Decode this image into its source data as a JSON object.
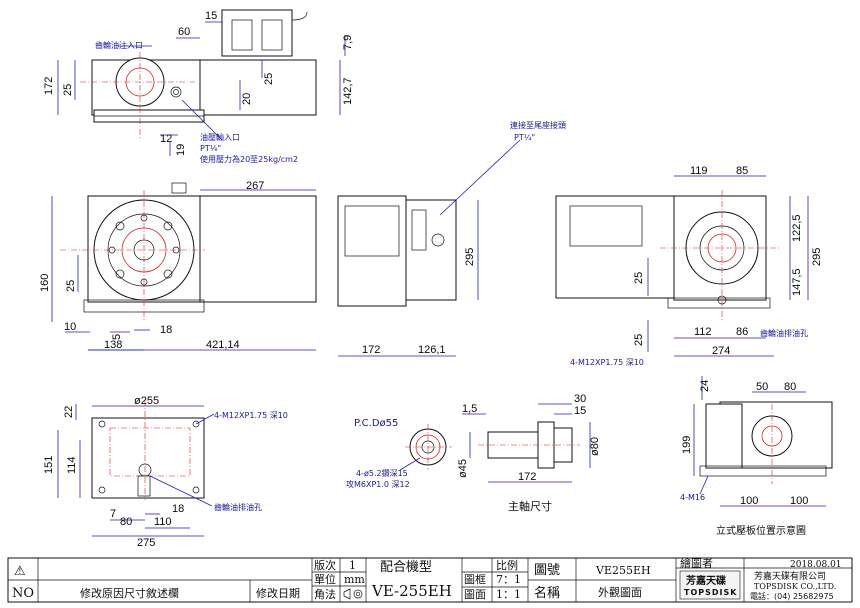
{
  "dimensions": {
    "top_view": {
      "d15": "15",
      "d60": "60",
      "d7_9": "7,9",
      "d172": "172",
      "d25": "25",
      "d142_7": "142,7",
      "d20": "20",
      "d25b": "25",
      "d12": "12",
      "d19": "19"
    },
    "front_view": {
      "d267": "267",
      "d160": "160",
      "d25": "25",
      "d10": "10",
      "d5": "5",
      "d18": "18",
      "d138": "138",
      "d421": "421,14"
    },
    "side_view": {
      "d295": "295",
      "d172": "172",
      "d126": "126,1"
    },
    "rear_view": {
      "d119": "119",
      "d85": "85",
      "d122_5": "122,5",
      "d295": "295",
      "d147_5": "147,5",
      "d25a": "25",
      "d25b": "25",
      "d112": "112",
      "d86": "86",
      "d274": "274"
    },
    "bottom_view": {
      "d255": "ø255",
      "d22": "22",
      "d114": "114",
      "d151": "151",
      "d18": "18",
      "d7": "7",
      "d80": "80",
      "d110": "110",
      "d275": "275"
    },
    "pcd_view": {
      "pcd": "P.C.Dø55"
    },
    "shaft_view": {
      "d1_5": "1,5",
      "d30": "30",
      "d15": "15",
      "d80": "ø80",
      "d45": "ø45",
      "d172": "172"
    },
    "vertical_view": {
      "d24": "24",
      "d50": "50",
      "d80": "80",
      "d199": "199",
      "d100a": "100",
      "d100b": "100"
    }
  },
  "notes": {
    "gear_oil_inlet": "齒輪油注入口",
    "oil_pressure_inlet": "油壓輸入口",
    "pt_a": "PT⅛\"",
    "pressure_spec": "使用壓力為20至25kg/cm2",
    "tailstock_connector": "連接至尾座接頭",
    "pt_b": "PT¼\"",
    "drain_hole": "齒輪油排油孔",
    "m12_a": "4-M12XP1.75 深10",
    "m12_b": "4-M12XP1.75 深10",
    "drain_hole_b": "齒輪油排油孔",
    "pcd_holes_1": "4-ø5.2鑽深15",
    "pcd_holes_2": "攻M6XP1.0 深12",
    "shaft_caption": "主軸尺寸",
    "m16": "4-M16",
    "vertical_caption": "立式壓板位置示意圖"
  },
  "title_block": {
    "warning_symbol": "⚠",
    "no_label": "NO",
    "revision_reason": "修改原因尺寸敘述欄",
    "revision_date": "修改日期",
    "version_label": "版次",
    "version_value": "1",
    "unit_label": "單位",
    "unit_value": "mm",
    "angle_label": "角法",
    "drawing_type_label": "配合機型",
    "model": "VE-255EH",
    "scale_label": "比例",
    "frame_label": "圖框",
    "frame_scale": "7：1",
    "sheet_label": "圖面",
    "sheet_scale": "1：1",
    "drawing_no_label": "圖號",
    "drawing_no": "VE255EH",
    "name_label": "名稱",
    "name_value": "外觀圖面",
    "drafter_label": "繪圖者",
    "date": "2018.08.01",
    "company_cn": "芳嘉天碟有限公司",
    "company_en": "TOPSDISK CO.,LTD.",
    "phone": "電話：(04) 25682975",
    "logo_cn": "芳嘉天碟",
    "logo_en": "TOPSDISK"
  }
}
